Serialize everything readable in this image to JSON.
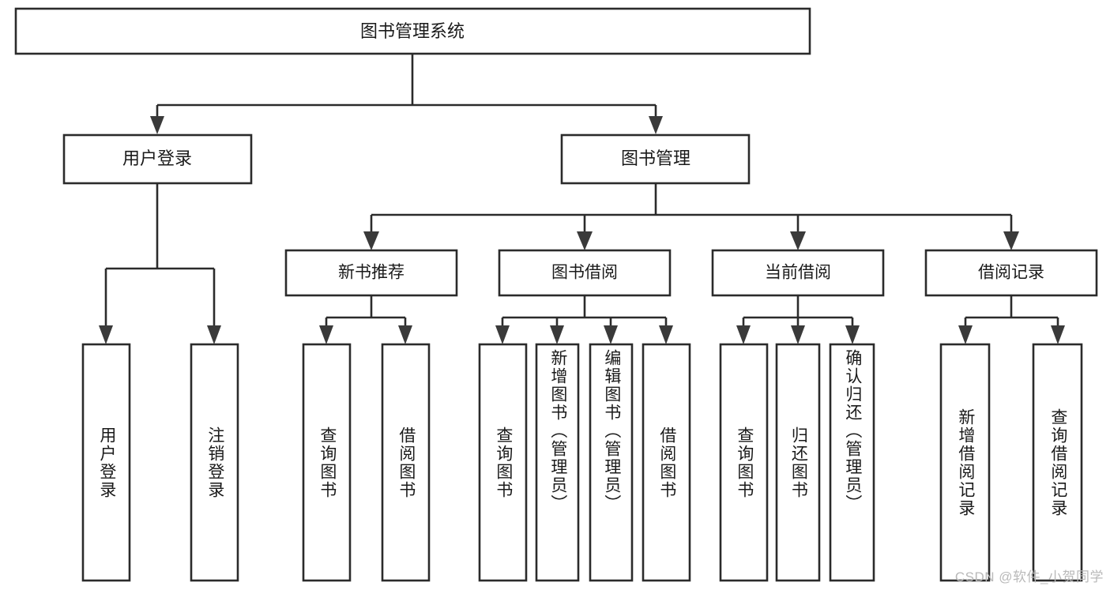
{
  "diagram": {
    "title": "图书管理系统",
    "type": "tree",
    "watermark": "CSDN @软件_小贺同学",
    "colors": {
      "stroke": "#2b2b2b",
      "fill": "#ffffff",
      "text": "#1a1a1a",
      "watermark": "#b9b9b9",
      "background": "#ffffff"
    },
    "levels": {
      "root": {
        "label": "图书管理系统"
      },
      "level2": [
        {
          "label": "用户登录"
        },
        {
          "label": "图书管理"
        }
      ],
      "level3": [
        {
          "label": "新书推荐"
        },
        {
          "label": "图书借阅"
        },
        {
          "label": "当前借阅"
        },
        {
          "label": "借阅记录"
        }
      ],
      "leaves": [
        {
          "label": "用户登录",
          "parent": "用户登录",
          "orientation": "vertical"
        },
        {
          "label": "注销登录",
          "parent": "用户登录",
          "orientation": "vertical"
        },
        {
          "label": "查询图书",
          "parent": "新书推荐",
          "orientation": "vertical"
        },
        {
          "label": "借阅图书",
          "parent": "新书推荐",
          "orientation": "vertical"
        },
        {
          "label": "查询图书",
          "parent": "图书借阅",
          "orientation": "vertical"
        },
        {
          "label": "新增图书（管理员）",
          "parent": "图书借阅",
          "orientation": "vertical"
        },
        {
          "label": "编辑图书（管理员）",
          "parent": "图书借阅",
          "orientation": "vertical"
        },
        {
          "label": "借阅图书",
          "parent": "图书借阅",
          "orientation": "vertical"
        },
        {
          "label": "查询图书",
          "parent": "当前借阅",
          "orientation": "vertical"
        },
        {
          "label": "归还图书",
          "parent": "当前借阅",
          "orientation": "vertical"
        },
        {
          "label": "确认归还（管理员）",
          "parent": "当前借阅",
          "orientation": "vertical"
        },
        {
          "label": "新增借阅记录",
          "parent": "借阅记录",
          "orientation": "vertical"
        },
        {
          "label": "查询借阅记录",
          "parent": "借阅记录",
          "orientation": "vertical"
        }
      ]
    }
  }
}
